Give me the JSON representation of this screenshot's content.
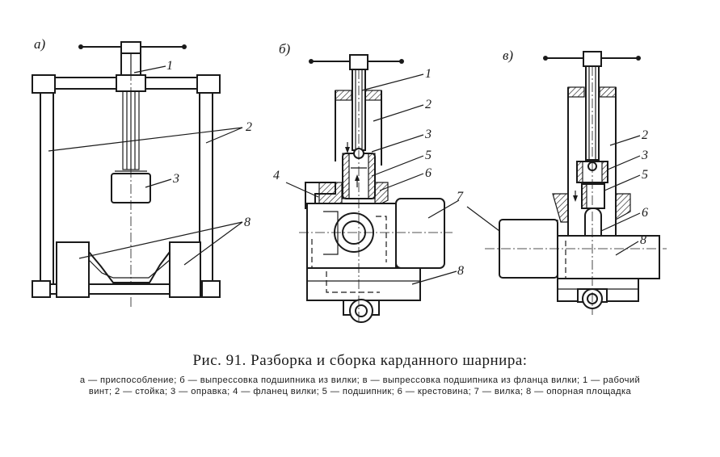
{
  "figure": {
    "panels": {
      "a": "а)",
      "b": "б)",
      "v": "в)"
    },
    "callouts": {
      "a": [
        "1",
        "2",
        "3",
        "8"
      ],
      "b": [
        "1",
        "2",
        "3",
        "5",
        "6",
        "4",
        "7",
        "8"
      ],
      "v": [
        "2",
        "3",
        "5",
        "6",
        "8"
      ]
    }
  },
  "caption": {
    "title": "Рис. 91. Разборка и сборка карданного шарнира:",
    "text": "а — приспособление; б — выпрессовка подшипника из вилки; в — выпрессовка подшипника из фланца вилки; 1 — рабочий винт; 2 — стойка; 3 — оправка; 4 — фланец вилки; 5 — подшипник; 6 — крестовина; 7 — вилка; 8 — опорная площадка"
  }
}
